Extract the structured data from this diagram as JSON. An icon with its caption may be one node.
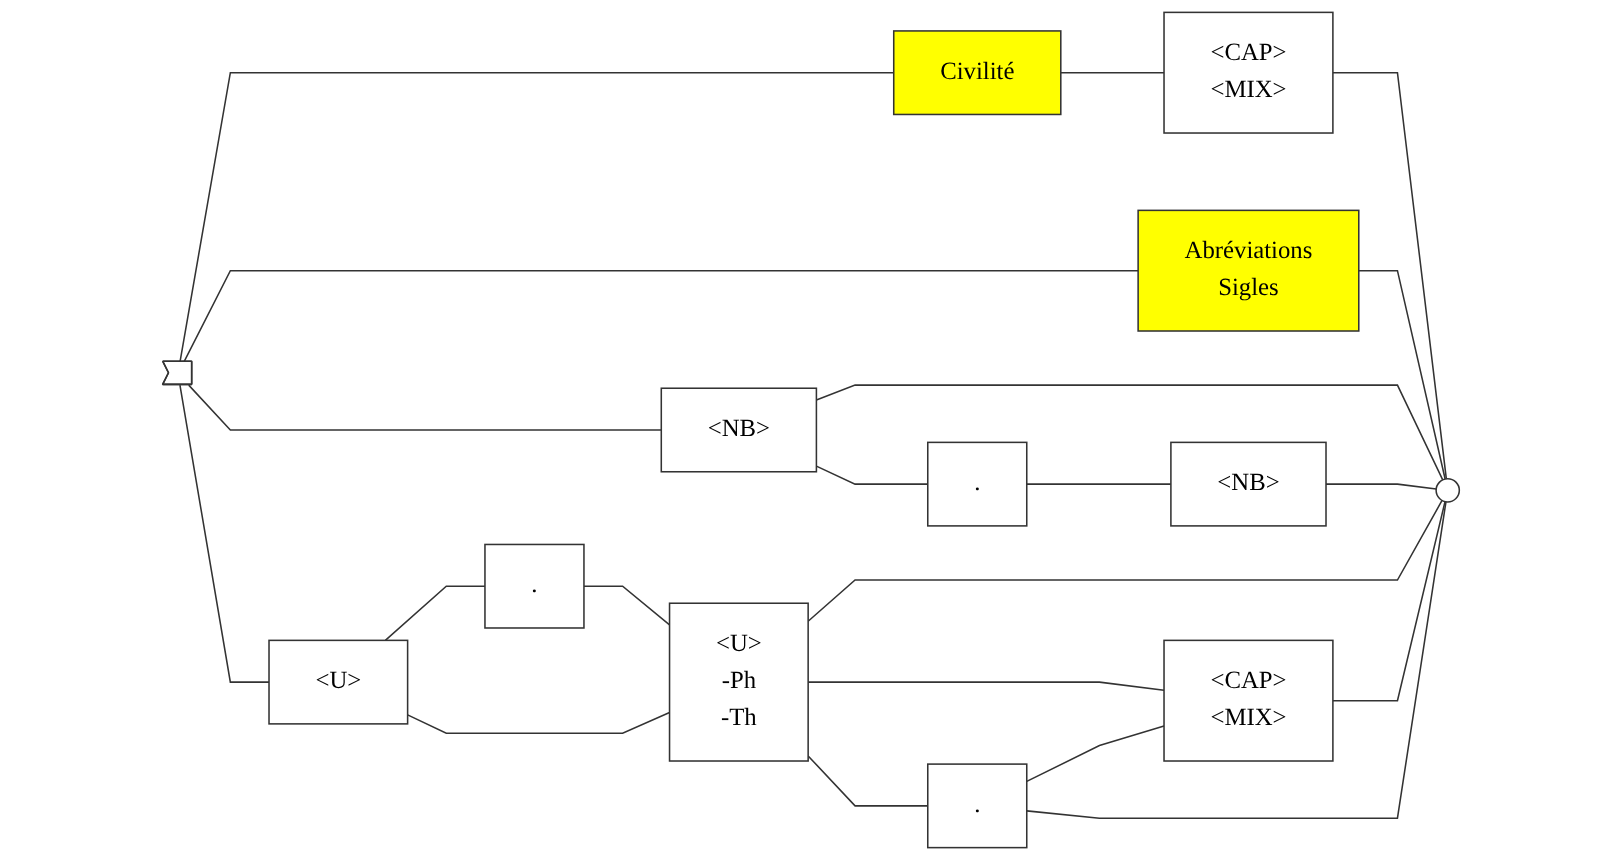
{
  "diagram": {
    "nodes": [
      {
        "text": [],
        "shape": "triangle"
      },
      {
        "text": [
          "Civilité"
        ]
      },
      {
        "text": [
          "<CAP>",
          "<MIX>"
        ]
      },
      {
        "text": [
          "Abréviations",
          "Sigles"
        ]
      },
      {
        "text": [
          "<NB>"
        ]
      },
      {
        "text": [
          "."
        ]
      },
      {
        "text": [
          "<NB>"
        ]
      },
      {
        "text": [
          "<U>"
        ]
      },
      {
        "text": [
          "."
        ]
      },
      {
        "text": [
          "<U>",
          "-Ph",
          "-Th"
        ]
      },
      {
        "text": [
          "<CAP>",
          "<MIX>"
        ]
      },
      {
        "text": [
          "."
        ]
      },
      {
        "text": [],
        "shape": "circle"
      }
    ],
    "edges": [
      {
        "from": 0,
        "to": 1,
        "arrow": "none"
      },
      {
        "from": 1,
        "to": 2,
        "arrow": "none"
      },
      {
        "from": 2,
        "to": 12,
        "arrow": "none"
      },
      {
        "from": 0,
        "to": 3,
        "arrow": "none"
      },
      {
        "from": 3,
        "to": 12,
        "arrow": "none"
      },
      {
        "from": 0,
        "to": 4,
        "arrow": "none"
      },
      {
        "from": 4,
        "to": 5,
        "arrow": "none"
      },
      {
        "from": 5,
        "to": 6,
        "arrow": "none"
      },
      {
        "from": 4,
        "to": 12,
        "arrow": "none"
      },
      {
        "from": 6,
        "to": 12,
        "arrow": "none"
      },
      {
        "from": 0,
        "to": 7,
        "arrow": "none"
      },
      {
        "from": 7,
        "to": 8,
        "arrow": "none"
      },
      {
        "from": 8,
        "to": 9,
        "arrow": "none"
      },
      {
        "from": 9,
        "to": 7,
        "arrow": "none"
      },
      {
        "from": 9,
        "to": 12,
        "arrow": "none"
      },
      {
        "from": 9,
        "to": 10,
        "arrow": "none"
      },
      {
        "from": 9,
        "to": 11,
        "arrow": "none"
      },
      {
        "from": 11,
        "to": 10,
        "arrow": "none"
      },
      {
        "from": 10,
        "to": 12,
        "arrow": "none"
      },
      {
        "from": 11,
        "to": 12,
        "arrow": "none"
      }
    ]
  }
}
